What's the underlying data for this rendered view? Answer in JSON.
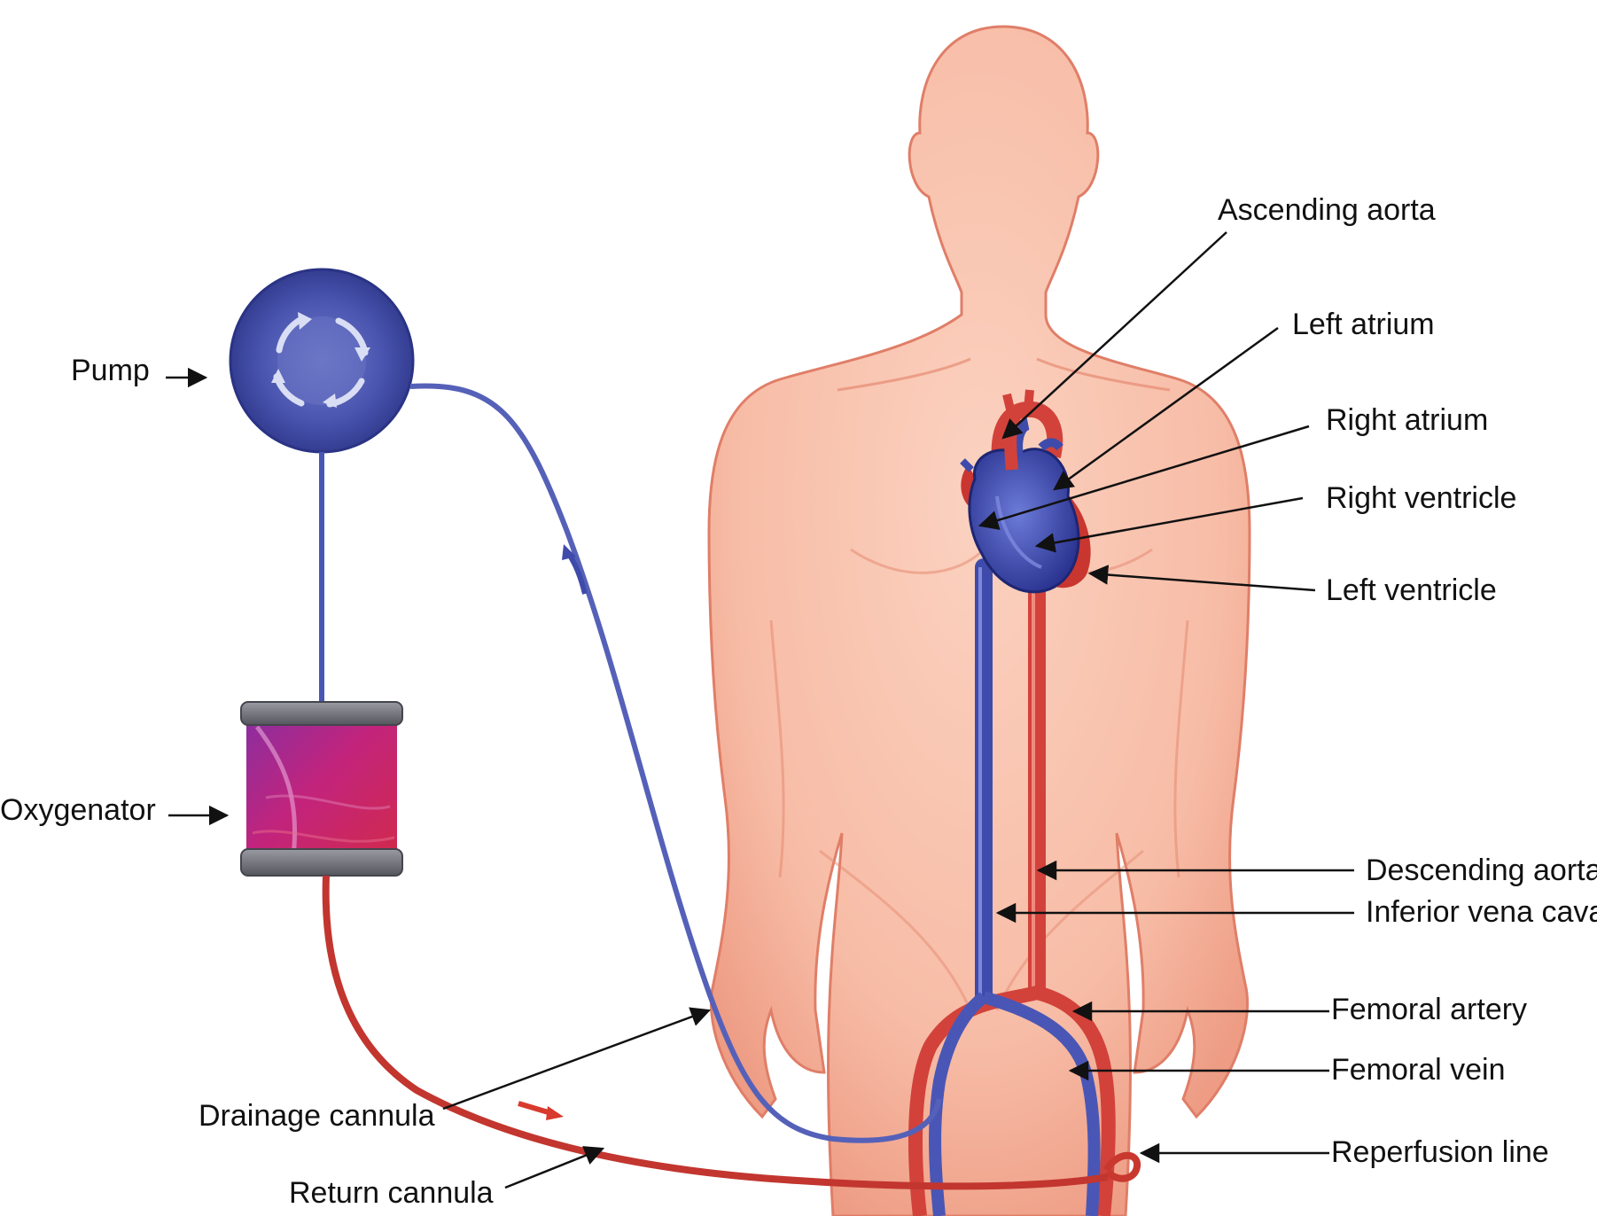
{
  "labels": {
    "pump": "Pump",
    "oxygenator": "Oxygenator",
    "drainage_cannula": "Drainage cannula",
    "return_cannula": "Return cannula",
    "ascending_aorta": "Ascending aorta",
    "left_atrium": "Left atrium",
    "right_atrium": "Right atrium",
    "right_ventricle": "Right ventricle",
    "left_ventricle": "Left ventricle",
    "descending_aorta": "Descending aorta",
    "inferior_vena_cava": "Inferior vena cava",
    "femoral_artery": "Femoral artery",
    "femoral_vein": "Femoral vein",
    "reperfusion_line": "Reperfusion line"
  },
  "colors": {
    "skin": "#f9c2ad",
    "skin_shadow": "#e98a74",
    "venous_blue": "#4a59b0",
    "arterial_red": "#cc3a34",
    "pump_blue": "#3f4aa5",
    "oxygenator_magenta": "#c0247a",
    "oxygenator_cap": "#6f6f78",
    "label_text": "#111111"
  }
}
